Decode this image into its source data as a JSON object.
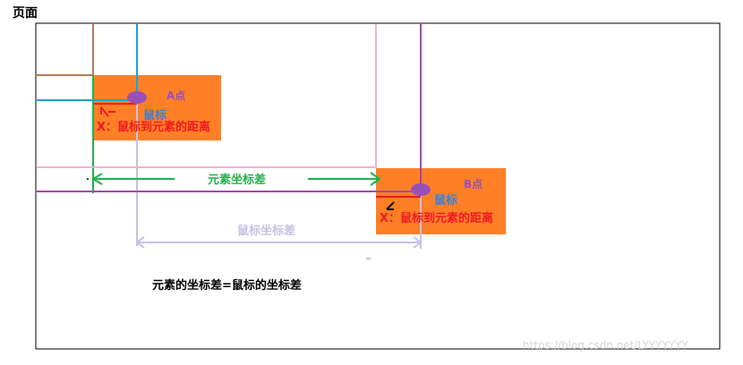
{
  "page_label": "页面",
  "colors": {
    "element_fill": "#ff7f27",
    "mouse_dot": "#9a50b8",
    "purple_line": "#a349a4",
    "pink_line": "#f7b0d0",
    "blue_line": "#1ea0d8",
    "brown_line": "#b97a57",
    "green_line": "#22b14c",
    "lavender_line": "#c8bfe7",
    "red_line": "#ed1c24",
    "red_text": "#ed1c24",
    "mouse_text": "#3a7fd5",
    "point_text": "#9a50b8"
  },
  "element_a": {
    "label": "A点",
    "mouse_label": "鼠标",
    "distance_label": "X：鼠标到元素的距离"
  },
  "element_b": {
    "label": "B点",
    "mouse_label": "鼠标",
    "distance_label": "X：鼠标到元素的距离"
  },
  "element_diff_label": "元素坐标差",
  "mouse_diff_label": "鼠标坐标差",
  "conclusion": "元素的坐标差=鼠标的坐标差",
  "watermark": "https://blog.csdn.net/LYYYYYYY"
}
